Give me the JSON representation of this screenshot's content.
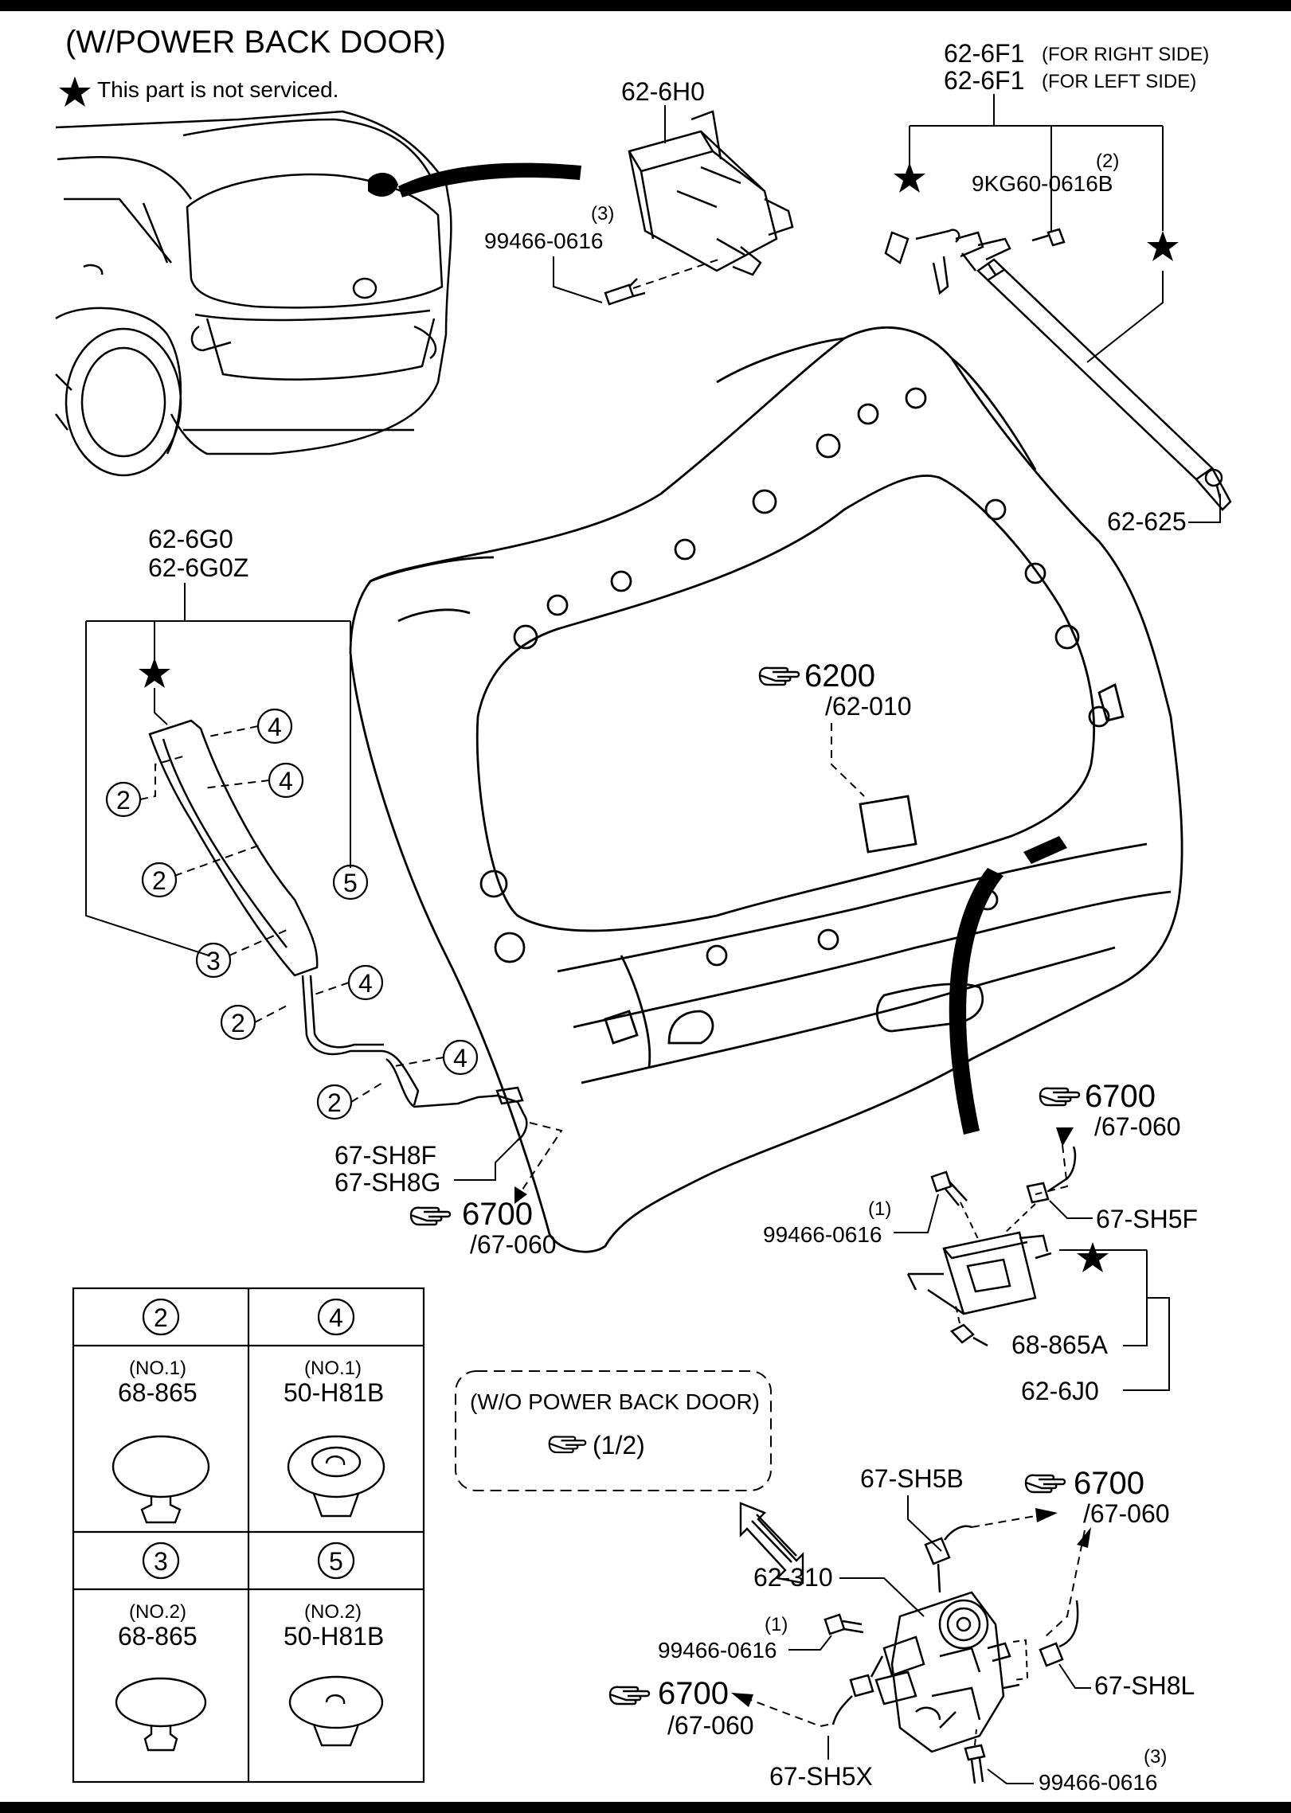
{
  "header": {
    "title": "(W/POWER BACK DOOR)",
    "note_star": "★",
    "note": "This part is not serviced."
  },
  "parts": {
    "p626H0": "62-6H0",
    "p626F1_r": "62-6F1",
    "p626F1_r_side": "(FOR RIGHT SIDE)",
    "p626F1_l": "62-6F1",
    "p626F1_l_side": "(FOR LEFT SIDE)",
    "q2": "(2)",
    "p9KG60": "9KG60-0616B",
    "q3_top": "(3)",
    "p99466_top": "99466-0616",
    "p62625": "62-625",
    "p626G0": "62-6G0",
    "p626G0Z": "62-6G0Z",
    "p67SH8F": "67-SH8F",
    "p67SH8G": "67-SH8G",
    "p67SH5F": "67-SH5F",
    "q1_mid": "(1)",
    "p99466_mid": "99466-0616",
    "p68865A": "68-865A",
    "p626J0": "62-6J0",
    "p67SH5B": "67-SH5B",
    "p62310": "62-310",
    "q1_bot": "(1)",
    "p99466_bot": "99466-0616",
    "p67SH8L": "67-SH8L",
    "p67SH5X": "67-SH5X",
    "q3_bot": "(3)",
    "p99466_bot2": "99466-0616"
  },
  "refs": {
    "ref_6200": "6200",
    "ref_6200_sub": "/62-010",
    "ref_6700_a": "6700",
    "ref_6700_a_sub": "/67-060",
    "ref_6700_b": "6700",
    "ref_6700_b_sub": "/67-060",
    "ref_6700_c": "6700",
    "ref_6700_c_sub": "/67-060",
    "ref_6700_d": "6700",
    "ref_6700_d_sub": "/67-060"
  },
  "callouts": {
    "c4a": "4",
    "c4b": "4",
    "c4c": "4",
    "c4d": "4",
    "c2a": "2",
    "c2b": "2",
    "c2c": "2",
    "c2d": "2",
    "c5": "5",
    "c3": "3"
  },
  "wo_box": {
    "title": "(W/O POWER BACK DOOR)",
    "ref": "(1/2)"
  },
  "legend": {
    "cells": [
      {
        "num": "2",
        "no": "(NO.1)",
        "part": "68-865"
      },
      {
        "num": "4",
        "no": "(NO.1)",
        "part": "50-H81B"
      },
      {
        "num": "3",
        "no": "(NO.2)",
        "part": "68-865"
      },
      {
        "num": "5",
        "no": "(NO.2)",
        "part": "50-H81B"
      }
    ]
  },
  "icons": {
    "pointer": "pointing-hand-icon",
    "star": "star-icon"
  }
}
